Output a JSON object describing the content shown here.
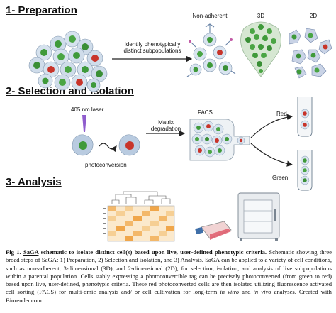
{
  "sections": {
    "s1": {
      "title": "1- Preparation"
    },
    "s2": {
      "title": "2- Selection and isolation"
    },
    "s3": {
      "title": "3- Analysis"
    }
  },
  "preparation": {
    "arrow_label_line1": "Identify phenotypically",
    "arrow_label_line2": "distinct subpopulations",
    "conditions": [
      "Non-adherent",
      "3D",
      "2D"
    ]
  },
  "selection": {
    "laser_label": "405 nm laser",
    "photoconversion_label": "photoconversion",
    "matrix_label_line1": "Matrix",
    "matrix_label_line2": "degradation",
    "facs_label": "FACS",
    "red_label": "Red",
    "green_label": "Green"
  },
  "caption": {
    "fig_label": "Fig 1.",
    "title_word": "SaGA",
    "title_rest": " schematic to isolate distinct cell(s) based upon live, user-defined phenotypic criteria.",
    "t1": " Schematic showing three broad steps of ",
    "t2": "SaGA",
    "t3": ": 1) Preparation, 2) Selection and isolation, and 3) Analysis. ",
    "t4": "SaGA",
    "t5": " can be applied to a variety of cell conditions, such as non-adherent, 3-dimensional (3D), and 2-dimensional (2D), for selection, isolation, and analysis of live subpopulations within a parental population. Cells stably expressing a photoconvertible tag can be precisely photoconverted (from green to red) based upon live, user-defined, phenotypic criteria. These red photoconverted cells are then isolated utilizing fluorescence activated cell sorting (",
    "t6": "FACS",
    "t7": ") for multi-omic analysis and/ or cell cultivation for long-term ",
    "t8": "in vitro",
    "t9": " and ",
    "t10": "in vivo",
    "t11": " analyses. Created with Biorender.com."
  },
  "colors": {
    "cell_green": "#3f9a3a",
    "cell_red": "#c8342a",
    "cell_body": "#d9e4f0",
    "heat_low": "#fbe7c4",
    "heat_high": "#f0a64a"
  }
}
